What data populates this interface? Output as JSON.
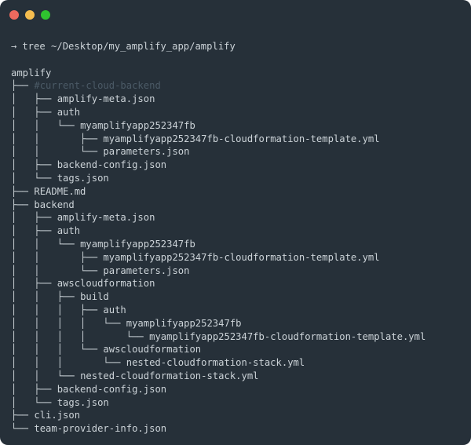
{
  "window": {
    "traffic_lights": {
      "close_color": "#ee6a5e",
      "minimize_color": "#f5bd4f",
      "zoom_color": "#2fc32f"
    },
    "colors": {
      "background": "#263039",
      "text": "#ccd3d8",
      "dim_text": "#4b5a66"
    }
  },
  "terminal": {
    "prompt_symbol": "→",
    "command": "tree ~/Desktop/my_amplify_app/amplify",
    "tree": {
      "lines": [
        {
          "prefix": "",
          "name": "amplify"
        },
        {
          "prefix": "├── ",
          "name": "#current-cloud-backend",
          "dim": true
        },
        {
          "prefix": "│   ├── ",
          "name": "amplify-meta.json"
        },
        {
          "prefix": "│   ├── ",
          "name": "auth"
        },
        {
          "prefix": "│   │   └── ",
          "name": "myamplifyapp252347fb"
        },
        {
          "prefix": "│   │       ├── ",
          "name": "myamplifyapp252347fb-cloudformation-template.yml"
        },
        {
          "prefix": "│   │       └── ",
          "name": "parameters.json"
        },
        {
          "prefix": "│   ├── ",
          "name": "backend-config.json"
        },
        {
          "prefix": "│   └── ",
          "name": "tags.json"
        },
        {
          "prefix": "├── ",
          "name": "README.md"
        },
        {
          "prefix": "├── ",
          "name": "backend"
        },
        {
          "prefix": "│   ├── ",
          "name": "amplify-meta.json"
        },
        {
          "prefix": "│   ├── ",
          "name": "auth"
        },
        {
          "prefix": "│   │   └── ",
          "name": "myamplifyapp252347fb"
        },
        {
          "prefix": "│   │       ├── ",
          "name": "myamplifyapp252347fb-cloudformation-template.yml"
        },
        {
          "prefix": "│   │       └── ",
          "name": "parameters.json"
        },
        {
          "prefix": "│   ├── ",
          "name": "awscloudformation"
        },
        {
          "prefix": "│   │   ├── ",
          "name": "build"
        },
        {
          "prefix": "│   │   │   ├── ",
          "name": "auth"
        },
        {
          "prefix": "│   │   │   │   └── ",
          "name": "myamplifyapp252347fb"
        },
        {
          "prefix": "│   │   │   │       └── ",
          "name": "myamplifyapp252347fb-cloudformation-template.yml"
        },
        {
          "prefix": "│   │   │   └── ",
          "name": "awscloudformation"
        },
        {
          "prefix": "│   │   │       └── ",
          "name": "nested-cloudformation-stack.yml"
        },
        {
          "prefix": "│   │   └── ",
          "name": "nested-cloudformation-stack.yml"
        },
        {
          "prefix": "│   ├── ",
          "name": "backend-config.json"
        },
        {
          "prefix": "│   └── ",
          "name": "tags.json"
        },
        {
          "prefix": "├── ",
          "name": "cli.json"
        },
        {
          "prefix": "└── ",
          "name": "team-provider-info.json"
        }
      ]
    }
  }
}
